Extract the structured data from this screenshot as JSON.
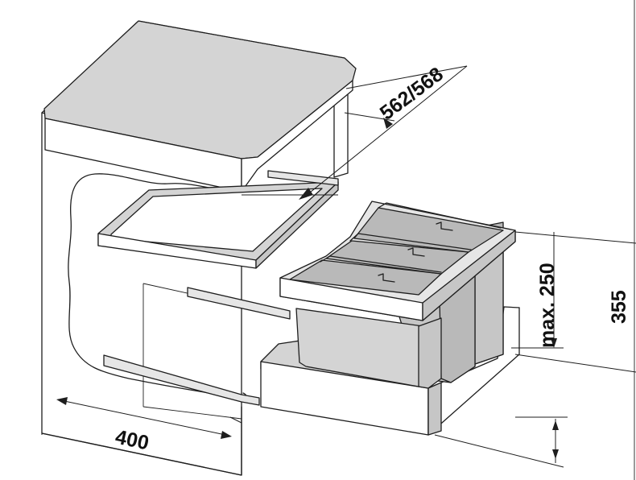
{
  "dimensions": {
    "depth": "562/568",
    "bin_height": "max. 250",
    "cabinet_height": "355",
    "width": "400"
  }
}
